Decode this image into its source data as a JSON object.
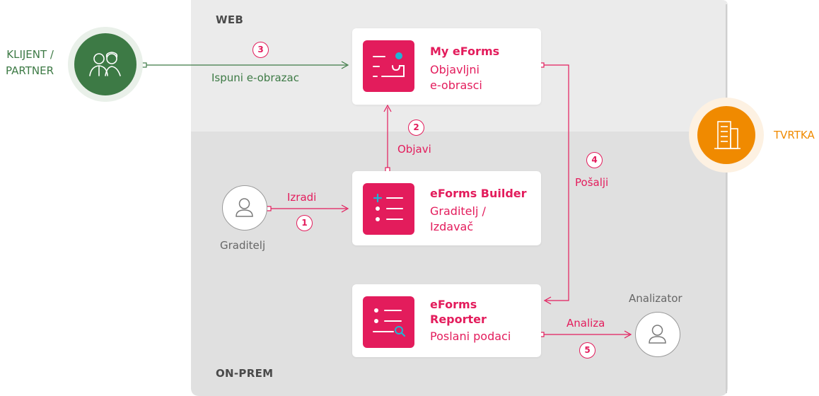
{
  "zones": {
    "web_label": "WEB",
    "onprem_label": "ON-PREM"
  },
  "actors": {
    "client": {
      "label_line1": "KLIJENT /",
      "label_line2": "PARTNER",
      "color": "#3d7a45",
      "icon": "users-icon"
    },
    "company": {
      "label": "TVRTKA",
      "color": "#f08a00",
      "icon": "building-icon"
    },
    "builder": {
      "label": "Graditelj",
      "icon": "person-icon"
    },
    "analyzer": {
      "label": "Analizator",
      "icon": "person-icon"
    }
  },
  "cards": {
    "my_eforms": {
      "title": "My eForms",
      "line1": "Objavljni",
      "line2": "e-obrasci",
      "icon": "form-document-icon"
    },
    "builder": {
      "title": "eForms Builder",
      "line1": "Graditelj /",
      "line2": "Izdavač",
      "icon": "add-list-icon"
    },
    "reporter": {
      "title_line1": "eForms",
      "title_line2": "Reporter",
      "line1": "Poslani podaci",
      "icon": "search-list-icon"
    }
  },
  "flows": [
    {
      "step": "1",
      "label": "Izradi"
    },
    {
      "step": "2",
      "label": "Objavi"
    },
    {
      "step": "3",
      "label": "Ispuni e-obrazac"
    },
    {
      "step": "4",
      "label": "Pošalji"
    },
    {
      "step": "5",
      "label": "Analiza"
    }
  ],
  "colors": {
    "accent": "#e31c5c",
    "client": "#3d7a45",
    "company": "#f08a00",
    "web_bg": "#ebebeb",
    "onprem_bg": "#e0e0e0"
  }
}
